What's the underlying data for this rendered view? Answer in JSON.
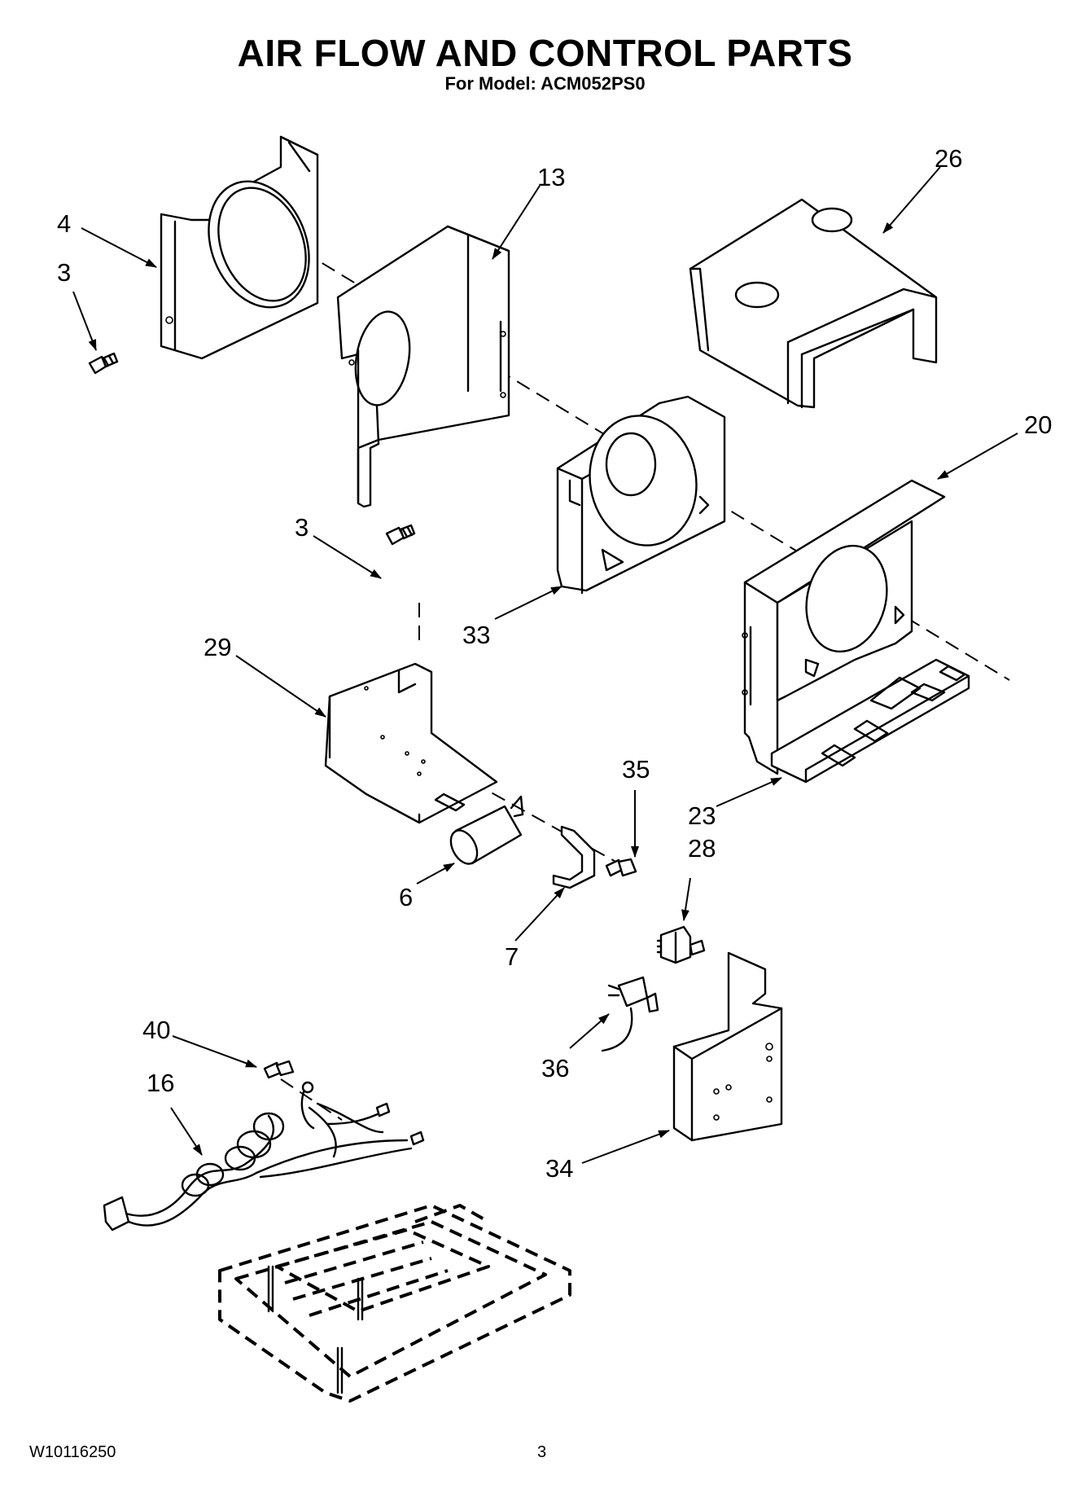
{
  "header": {
    "title": "AIR FLOW AND CONTROL PARTS",
    "subtitle": "For Model: ACM052PS0"
  },
  "callouts": [
    {
      "id": "c4",
      "label": "4"
    },
    {
      "id": "c3a",
      "label": "3"
    },
    {
      "id": "c13",
      "label": "13"
    },
    {
      "id": "c26",
      "label": "26"
    },
    {
      "id": "c20",
      "label": "20"
    },
    {
      "id": "c3b",
      "label": "3"
    },
    {
      "id": "c33",
      "label": "33"
    },
    {
      "id": "c29",
      "label": "29"
    },
    {
      "id": "c35",
      "label": "35"
    },
    {
      "id": "c23",
      "label": "23"
    },
    {
      "id": "c28",
      "label": "28"
    },
    {
      "id": "c6",
      "label": "6"
    },
    {
      "id": "c7",
      "label": "7"
    },
    {
      "id": "c40",
      "label": "40"
    },
    {
      "id": "c16",
      "label": "16"
    },
    {
      "id": "c36",
      "label": "36"
    },
    {
      "id": "c34",
      "label": "34"
    }
  ],
  "footer": {
    "doc_number": "W10116250",
    "page_number": "3"
  }
}
